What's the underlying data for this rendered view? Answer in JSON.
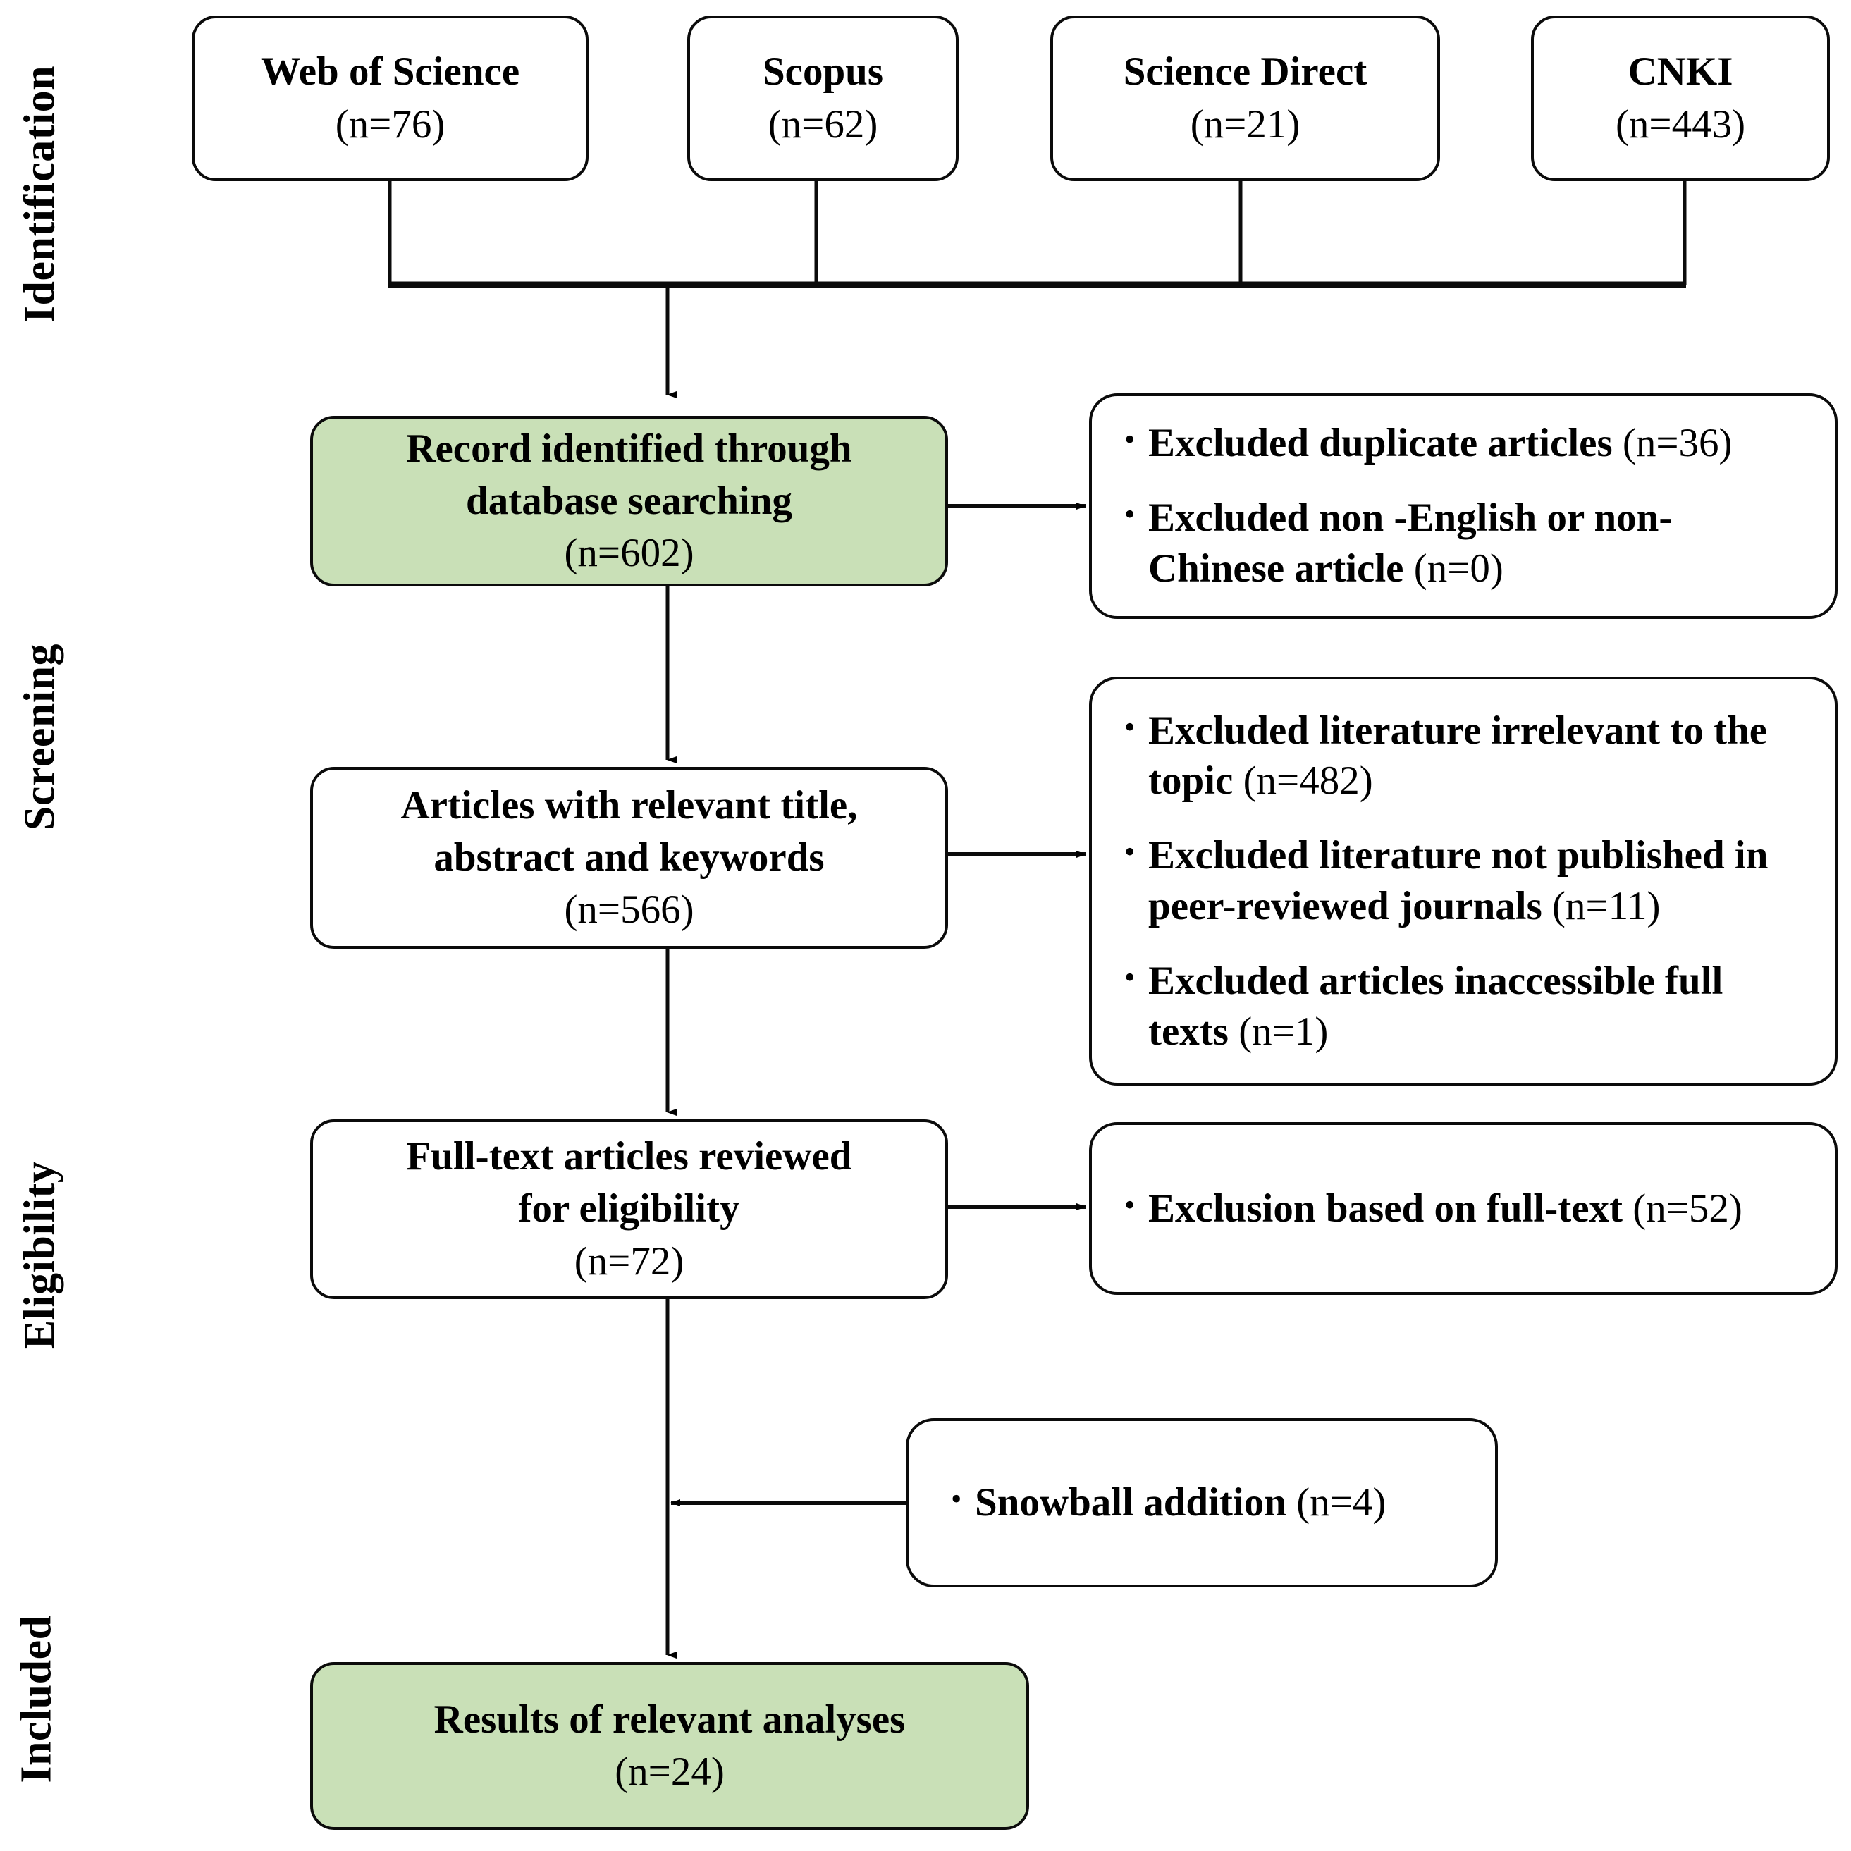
{
  "stages": [
    {
      "label": "Identification"
    },
    {
      "label": "Screening"
    },
    {
      "label": "Eligibility"
    },
    {
      "label": "Included"
    }
  ],
  "sources": [
    {
      "name": "Web of Science",
      "count": "(n=76)"
    },
    {
      "name": "Scopus",
      "count": "(n=62)"
    },
    {
      "name": "Science Direct",
      "count": "(n=21)"
    },
    {
      "name": "CNKI",
      "count": "(n=443)"
    }
  ],
  "flow": {
    "record_identified": {
      "line1": "Record identified through",
      "line2": "database searching",
      "count": "(n=602)"
    },
    "relevant_title": {
      "line1": "Articles with relevant title,",
      "line2": "abstract and keywords",
      "count": "(n=566)"
    },
    "full_text_reviewed": {
      "line1": "Full-text articles reviewed",
      "line2": "for eligibility",
      "count": "(n=72)"
    },
    "results": {
      "line1": "Results of relevant analyses",
      "count": "(n=24)"
    }
  },
  "exclusions": {
    "stage1": [
      {
        "text": "Excluded duplicate articles ",
        "num": "(n=36)"
      },
      {
        "text": "Excluded non -English or non-Chinese article ",
        "num": "(n=0)"
      }
    ],
    "stage2": [
      {
        "text": "Excluded literature irrelevant to the topic ",
        "num": "(n=482)"
      },
      {
        "text": "Excluded literature not published in peer-reviewed journals ",
        "num": "(n=11)"
      },
      {
        "text": "Excluded articles inaccessible full texts ",
        "num": "(n=1)"
      }
    ],
    "stage3": [
      {
        "text": "Exclusion based on full-text ",
        "num": "(n=52)"
      }
    ]
  },
  "additions": {
    "snowball": {
      "text": "Snowball addition ",
      "num": "(n=4)"
    }
  },
  "bullet_glyph": "•",
  "colors": {
    "highlight_green": "#c9e0b7",
    "stroke": "#0b0b0b",
    "background": "#ffffff"
  }
}
